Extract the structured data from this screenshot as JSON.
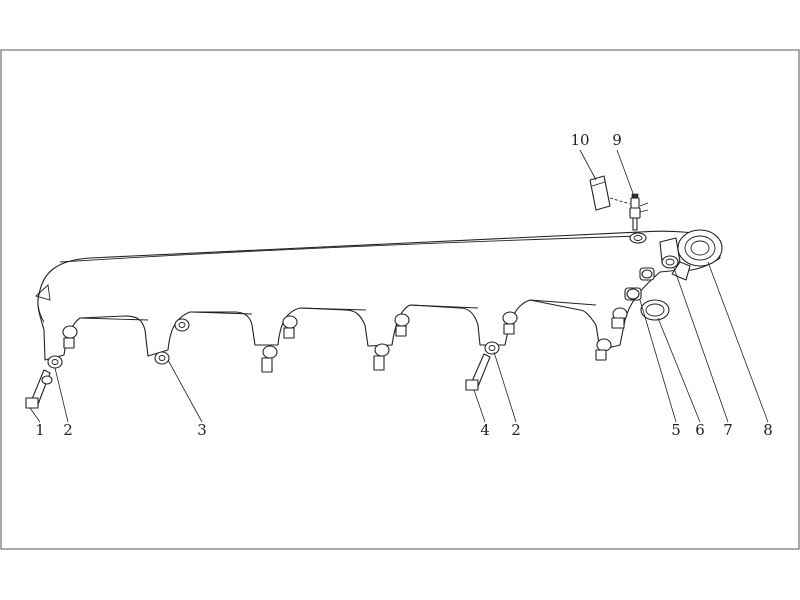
{
  "diagram": {
    "callouts": [
      {
        "id": "c1",
        "text": "1"
      },
      {
        "id": "c2a",
        "text": "2"
      },
      {
        "id": "c3",
        "text": "3"
      },
      {
        "id": "c4",
        "text": "4"
      },
      {
        "id": "c2b",
        "text": "2"
      },
      {
        "id": "c5",
        "text": "5"
      },
      {
        "id": "c6",
        "text": "6"
      },
      {
        "id": "c7",
        "text": "7"
      },
      {
        "id": "c8",
        "text": "8"
      },
      {
        "id": "c10",
        "text": "10"
      },
      {
        "id": "c9",
        "text": "9"
      }
    ]
  }
}
